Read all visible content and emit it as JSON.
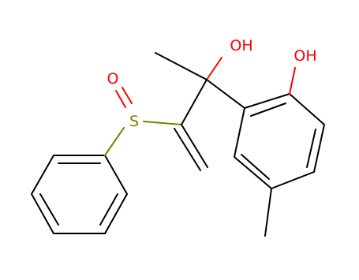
{
  "molecule": {
    "atom_labels": {
      "oxygen_sulfoxide": "O",
      "sulfur": "S",
      "hydroxyl_tertiary": "OH",
      "hydroxyl_phenol": "OH"
    },
    "colors": {
      "bond": "#000000",
      "oxygen": "#ff0000",
      "sulfur": "#808000",
      "background": "#ffffff"
    }
  }
}
